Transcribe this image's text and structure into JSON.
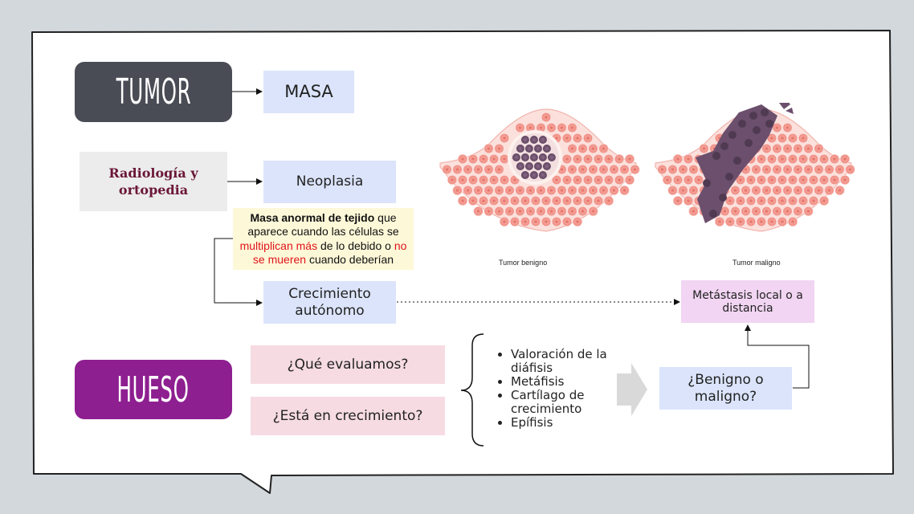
{
  "tumor": {
    "title": "TUMOR",
    "masa": "MASA",
    "radiologia": "Radiología y ortopedia",
    "neoplasia": "Neoplasia",
    "definition": {
      "part1_bold": "Masa anormal de tejido",
      "part2": " que aparece cuando las células se ",
      "part3_red": "multiplican más",
      "part4": " de lo debido o ",
      "part5_red": "no se mueren",
      "part6": " cuando deberían"
    },
    "crecimiento": "Crecimiento autónomo",
    "metastasis": "Metástasis local o a distancia"
  },
  "images": {
    "benign_caption": "Tumor benigno",
    "malign_caption": "Tumor maligno"
  },
  "hueso": {
    "title": "HUESO",
    "q1": "¿Qué evaluamos?",
    "q2": "¿Está en crecimiento?",
    "bullets": [
      "Valoración de la diáfisis",
      "Metáfisis",
      "Cartílago de crecimiento",
      "Epífisis"
    ],
    "result": "¿Benigno o maligno?"
  },
  "colors": {
    "tumor_pill": "#4a4c55",
    "hueso_pill": "#8e1f90",
    "blue_box": "#dbe4fa",
    "pink_box": "#f6dbe3",
    "lilac_box": "#f1d5f2",
    "definition_bg": "#fdf8d8",
    "accent_red": "#e0141b",
    "radiologia_text": "#6b1737"
  }
}
